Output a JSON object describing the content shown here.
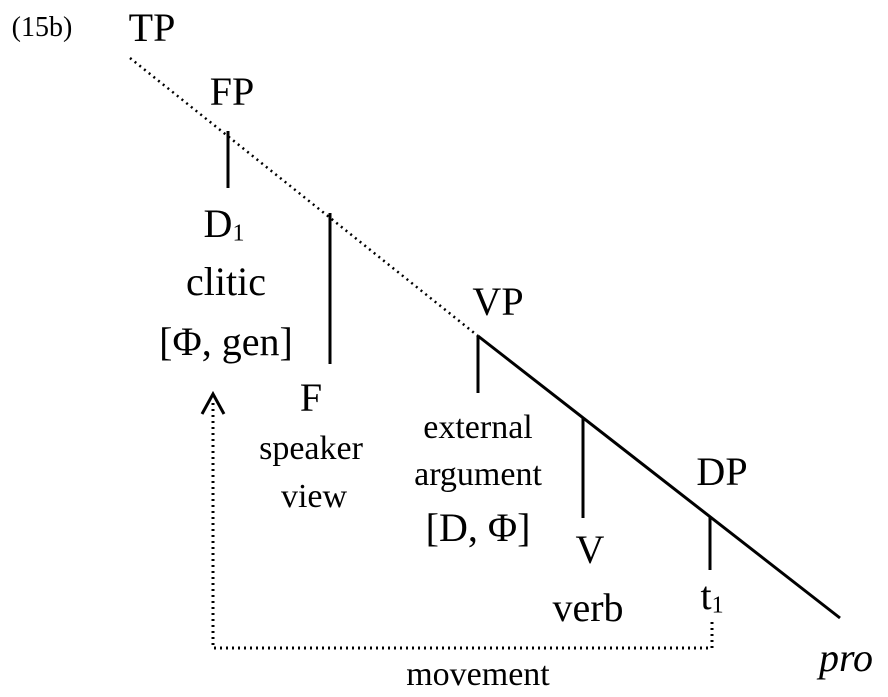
{
  "example_number": "(15b)",
  "nodes": {
    "tp": "TP",
    "fp": "FP",
    "d_head": "D",
    "d_index": "1",
    "clitic": "clitic",
    "features_d": "[Φ, gen]",
    "f_head": "F",
    "speaker": "speaker",
    "view": "view",
    "vp": "VP",
    "external": "external",
    "argument": "argument",
    "features_ext": "[D, Φ]",
    "v_head": "V",
    "verb": "verb",
    "dp": "DP",
    "trace": "t",
    "trace_index": "1",
    "pro": "pro"
  },
  "movement_label": "movement"
}
